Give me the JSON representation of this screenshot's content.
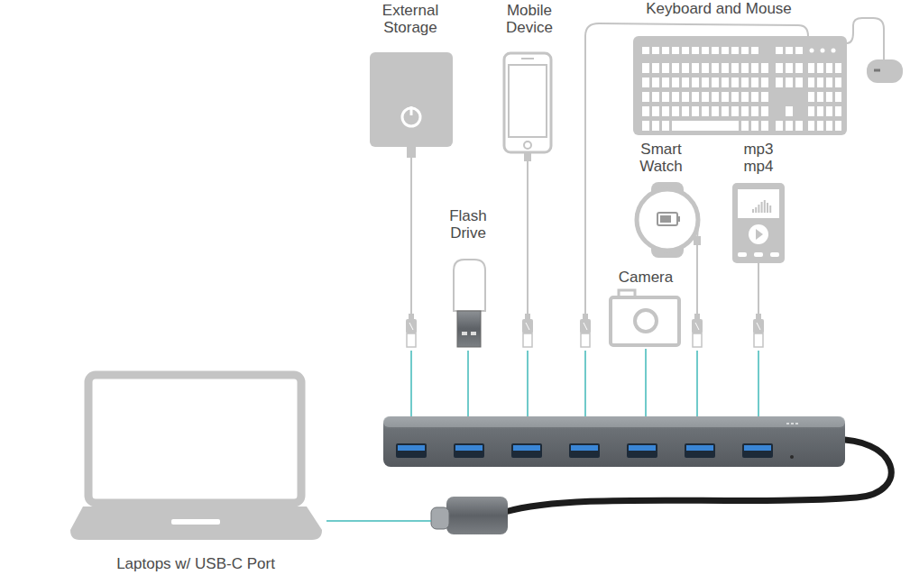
{
  "diagram": {
    "labels": [
      "External Storage",
      "Mobile Device",
      "Keyboard and Mouse",
      "Flash Drive",
      "Smart Watch",
      "mp3 mp4",
      "Camera",
      "Laptops w/ USB-C Port"
    ]
  }
}
